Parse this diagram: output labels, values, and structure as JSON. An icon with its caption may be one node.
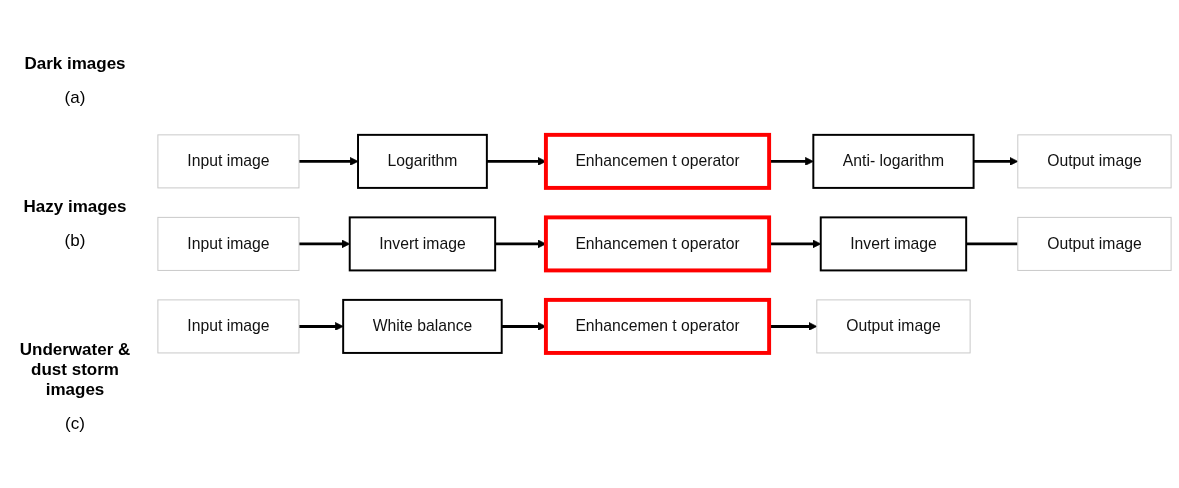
{
  "diagram": {
    "nodes": [
      {
        "text": [
          "Input image"
        ]
      },
      {
        "text": [
          "Logarithm"
        ]
      },
      {
        "text": [
          "Enhancemen t operator"
        ]
      },
      {
        "text": [
          "Anti- logarithm"
        ]
      },
      {
        "text": [
          "Output image"
        ]
      },
      {
        "text": [
          "Input image"
        ]
      },
      {
        "text": [
          "Invert image"
        ]
      },
      {
        "text": [
          "Enhancemen t operator"
        ]
      },
      {
        "text": [
          "Invert image"
        ]
      },
      {
        "text": [
          "Output image"
        ]
      },
      {
        "text": [
          "Input image"
        ]
      },
      {
        "text": [
          "White balance"
        ]
      },
      {
        "text": [
          "Enhancemen t operator"
        ]
      },
      {
        "text": [
          "Output image"
        ]
      }
    ],
    "edges": [
      {
        "from": 0,
        "to": 1,
        "arrow": "to"
      },
      {
        "from": 1,
        "to": 2,
        "arrow": "to"
      },
      {
        "from": 2,
        "to": 3,
        "arrow": "to"
      },
      {
        "from": 3,
        "to": 4,
        "arrow": "to"
      },
      {
        "from": 5,
        "to": 6,
        "arrow": "to"
      },
      {
        "from": 6,
        "to": 7,
        "arrow": "to"
      },
      {
        "from": 7,
        "to": 8,
        "arrow": "to"
      },
      {
        "from": 8,
        "to": 9,
        "arrow": "none"
      },
      {
        "from": 10,
        "to": 11,
        "arrow": "to"
      },
      {
        "from": 11,
        "to": 12,
        "arrow": "to"
      },
      {
        "from": 12,
        "to": 13,
        "arrow": "to"
      }
    ],
    "labels": [
      "Dark images",
      "(a)",
      "Hazy images",
      "(b)",
      "Underwater & dust storm images",
      "(c)"
    ]
  }
}
